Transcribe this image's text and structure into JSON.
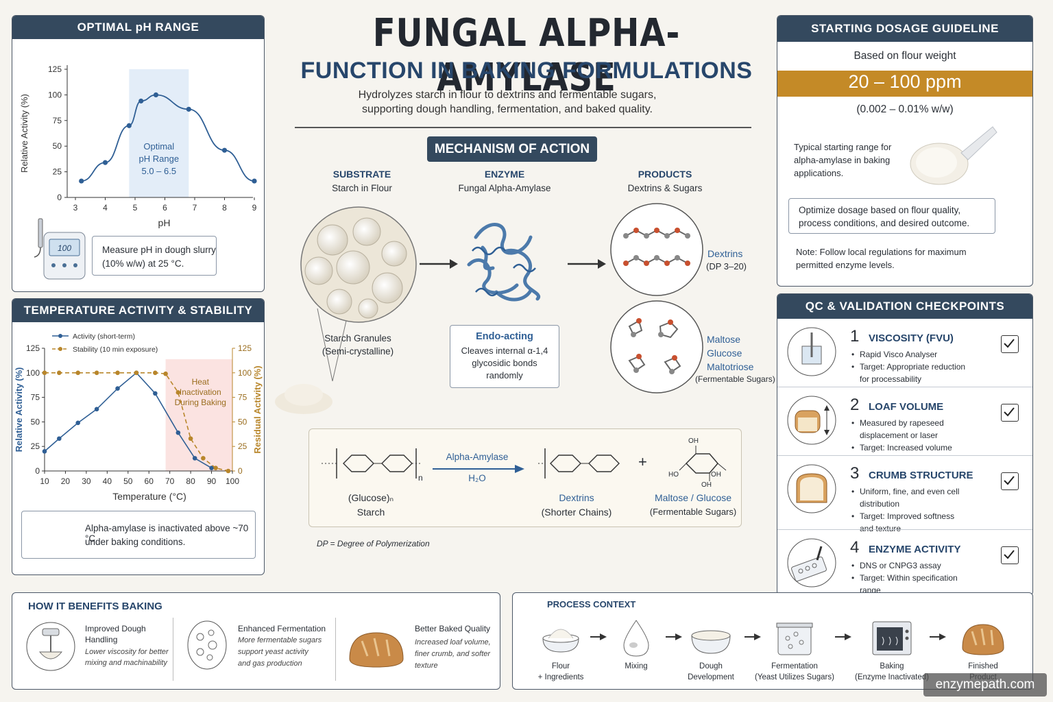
{
  "title": {
    "main": "FUNGAL ALPHA-AMYLASE",
    "sub": "FUNCTION IN BAKING FORMULATIONS",
    "desc1": "Hydrolyzes starch in flour to dextrins and fermentable sugars,",
    "desc2": "supporting dough handling, fermentation, and baked quality."
  },
  "ph_panel": {
    "header": "OPTIMAL pH RANGE",
    "band_line1": "Optimal",
    "band_line2": "pH Range",
    "band_line3": "5.0 – 6.5",
    "note_line1": "Measure pH in dough slurry",
    "note_line2": "(10% w/w) at 25 °C.",
    "meter_display": "100"
  },
  "temp_panel": {
    "header": "TEMPERATURE ACTIVITY & STABILITY",
    "zone_line1": "Heat",
    "zone_line2": "Inactivation",
    "zone_line3": "During Baking",
    "note_line1": "Alpha-amylase is inactivated above ~70 °C",
    "note_line2": "under baking conditions."
  },
  "chart_data": [
    {
      "type": "line",
      "xlabel": "pH",
      "ylabel": "Relative Activity (%)",
      "xlim": [
        3,
        9
      ],
      "ylim": [
        0,
        125
      ],
      "xticks": [
        "3",
        "4",
        "5",
        "6",
        "7",
        "8",
        "9"
      ],
      "yticks": [
        "0",
        "25",
        "50",
        "75",
        "100",
        "125"
      ],
      "highlight_band": [
        4.8,
        6.8
      ],
      "series": [
        {
          "x": [
            3.2,
            4.0,
            4.8,
            5.2,
            5.7,
            6.8,
            8.0,
            9.0
          ],
          "values": [
            16,
            34,
            70,
            94,
            100,
            86,
            46,
            16
          ],
          "color": "#2f5f95"
        }
      ]
    },
    {
      "type": "line",
      "xlabel": "Temperature (°C)",
      "ylabel": "Relative Activity (%)",
      "y2label": "Residual Activity (%)",
      "xlim": [
        10,
        100
      ],
      "ylim": [
        0,
        125
      ],
      "xticks": [
        "10",
        "20",
        "30",
        "40",
        "50",
        "60",
        "70",
        "80",
        "90",
        "100"
      ],
      "yticks": [
        "0",
        "25",
        "50",
        "75",
        "100",
        "125"
      ],
      "highlight_band": [
        68,
        100
      ],
      "legend_position": "top-left",
      "series": [
        {
          "name": "Activity (short-term)",
          "color": "#2f5f95",
          "style": "solid",
          "x": [
            10,
            17,
            26,
            35,
            45,
            54,
            63,
            74,
            82,
            90
          ],
          "values": [
            20,
            33,
            49,
            63,
            84,
            100,
            79,
            39,
            13,
            3
          ]
        },
        {
          "name": "Stability (10 min exposure)",
          "color": "#b8862b",
          "style": "dashed",
          "x": [
            10,
            17,
            26,
            35,
            45,
            54,
            63,
            68,
            74,
            80,
            86,
            92,
            98
          ],
          "values": [
            100,
            100,
            100,
            100,
            100,
            100,
            100,
            99,
            80,
            33,
            13,
            3,
            0
          ]
        }
      ]
    }
  ],
  "mechanism": {
    "header": "MECHANISM OF ACTION",
    "substrate_label": "SUBSTRATE",
    "substrate_sub": "Starch in Flour",
    "enzyme_label": "ENZYME",
    "enzyme_sub": "Fungal Alpha-Amylase",
    "products_label": "PRODUCTS",
    "products_sub": "Dextrins & Sugars",
    "granules_line1": "Starch Granules",
    "granules_line2": "(Semi-crystalline)",
    "endo_title": "Endo-acting",
    "endo_line1": "Cleaves internal α-1,4",
    "endo_line2": "glycosidic bonds",
    "endo_line3": "randomly",
    "dextrins_label": "Dextrins",
    "dextrins_sub": "(DP 3–20)",
    "maltose": "Maltose",
    "glucose": "Glucose",
    "maltotriose": "Maltotriose",
    "fermentable": "(Fermentable Sugars)"
  },
  "reaction": {
    "arrow_top": "Alpha-Amylase",
    "arrow_bottom": "H₂O",
    "sub_n": "n",
    "left_label1": "(Glucose)ₙ",
    "left_label2": "Starch",
    "mid_label1": "Dextrins",
    "mid_label2": "(Shorter Chains)",
    "plus": "+",
    "right_label1": "Maltose / Glucose",
    "right_label2": "(Fermentable Sugars)",
    "oh1": "OH",
    "oh2": "HO",
    "oh3": "OH",
    "oh4": "OH",
    "footnote": "DP = Degree of Polymerization"
  },
  "dosage": {
    "header": "STARTING DOSAGE GUIDELINE",
    "basis": "Based on flour weight",
    "value": "20 – 100 ppm",
    "percent": "(0.002 – 0.01% w/w)",
    "typical1": "Typical starting range for",
    "typical2": "alpha-amylase in baking",
    "typical3": "applications.",
    "optimize1": "Optimize dosage based on flour quality,",
    "optimize2": "process conditions, and desired outcome.",
    "note1": "Note: Follow local regulations for maximum",
    "note2": "permitted enzyme levels.",
    "accent_color": "#c48a27"
  },
  "qc": {
    "header": "QC & VALIDATION CHECKPOINTS",
    "items": [
      {
        "num": "1",
        "title": "VISCOSITY (FVU)",
        "lines": [
          "Rapid Visco Analyser",
          "Target: Appropriate reduction",
          "for processability"
        ],
        "bullets": [
          true,
          true,
          false
        ]
      },
      {
        "num": "2",
        "title": "LOAF VOLUME",
        "lines": [
          "Measured by rapeseed",
          "displacement or laser",
          "Target: Increased volume"
        ],
        "bullets": [
          true,
          false,
          true
        ]
      },
      {
        "num": "3",
        "title": "CRUMB STRUCTURE",
        "lines": [
          "Uniform, fine, and even cell",
          "distribution",
          "Target: Improved softness",
          "and texture"
        ],
        "bullets": [
          true,
          false,
          true,
          false
        ]
      },
      {
        "num": "4",
        "title": "ENZYME ACTIVITY",
        "lines": [
          "DNS or CNPG3 assay",
          "Target: Within specification",
          "range"
        ],
        "bullets": [
          true,
          true,
          false
        ]
      }
    ]
  },
  "benefits": {
    "header": "HOW IT BENEFITS BAKING",
    "items": [
      {
        "title1": "Improved Dough",
        "title2": "Handling",
        "desc1": "Lower viscosity for better",
        "desc2": "mixing and machinability",
        "desc3": ""
      },
      {
        "title1": "Enhanced Fermentation",
        "title2": "",
        "desc1": "More fermentable sugars",
        "desc2": "support yeast activity",
        "desc3": "and gas production"
      },
      {
        "title1": "Better Baked Quality",
        "title2": "",
        "desc1": "Increased loaf volume,",
        "desc2": "finer crumb, and softer",
        "desc3": "texture"
      }
    ]
  },
  "process": {
    "header": "PROCESS CONTEXT",
    "steps": [
      {
        "line1": "Flour",
        "line2": "+ Ingredients"
      },
      {
        "line1": "Mixing",
        "line2": ""
      },
      {
        "line1": "Dough",
        "line2": "Development"
      },
      {
        "line1": "Fermentation",
        "line2": "(Yeast Utilizes Sugars)"
      },
      {
        "line1": "Baking",
        "line2": "(Enzyme Inactivated)"
      },
      {
        "line1": "Finished",
        "line2": "Product"
      }
    ]
  },
  "watermark": "enzymepath.com"
}
